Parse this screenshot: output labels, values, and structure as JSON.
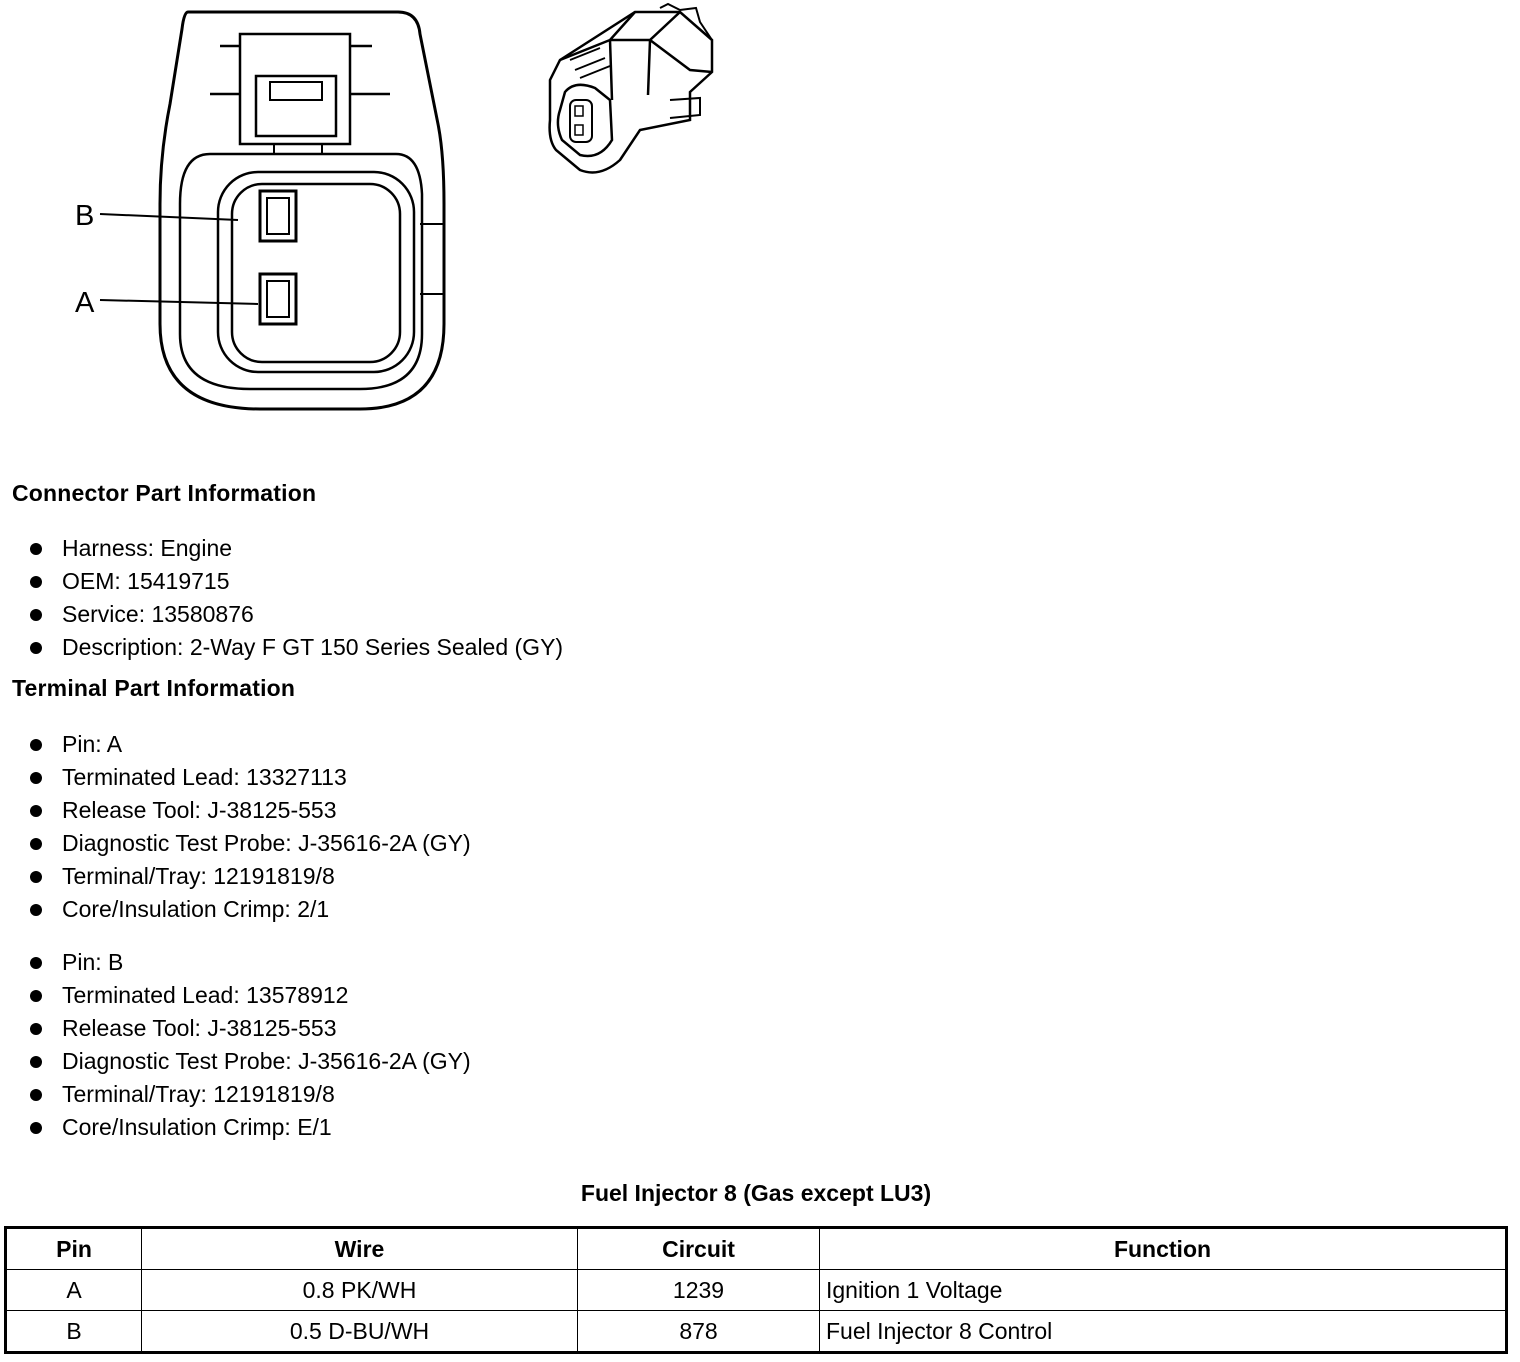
{
  "diagram": {
    "pin_labels": [
      "B",
      "A"
    ]
  },
  "connector_section": {
    "heading": "Connector Part Information",
    "items": [
      "Harness: Engine",
      "OEM: 15419715",
      "Service: 13580876",
      "Description: 2-Way F GT 150 Series Sealed (GY)"
    ]
  },
  "terminal_section": {
    "heading": "Terminal Part Information",
    "pin_a_items": [
      "Pin: A",
      "Terminated Lead: 13327113",
      "Release Tool: J-38125-553",
      "Diagnostic Test Probe: J-35616-2A (GY)",
      "Terminal/Tray: 12191819/8",
      "Core/Insulation Crimp: 2/1"
    ],
    "pin_b_items": [
      "Pin: B",
      "Terminated Lead: 13578912",
      "Release Tool: J-38125-553",
      "Diagnostic Test Probe: J-35616-2A (GY)",
      "Terminal/Tray: 12191819/8",
      "Core/Insulation Crimp: E/1"
    ]
  },
  "table": {
    "title": "Fuel Injector 8 (Gas except LU3)",
    "headers": [
      "Pin",
      "Wire",
      "Circuit",
      "Function"
    ],
    "rows": [
      [
        "A",
        "0.8 PK/WH",
        "1239",
        "Ignition 1 Voltage"
      ],
      [
        "B",
        "0.5 D-BU/WH",
        "878",
        "Fuel Injector 8 Control"
      ]
    ]
  }
}
